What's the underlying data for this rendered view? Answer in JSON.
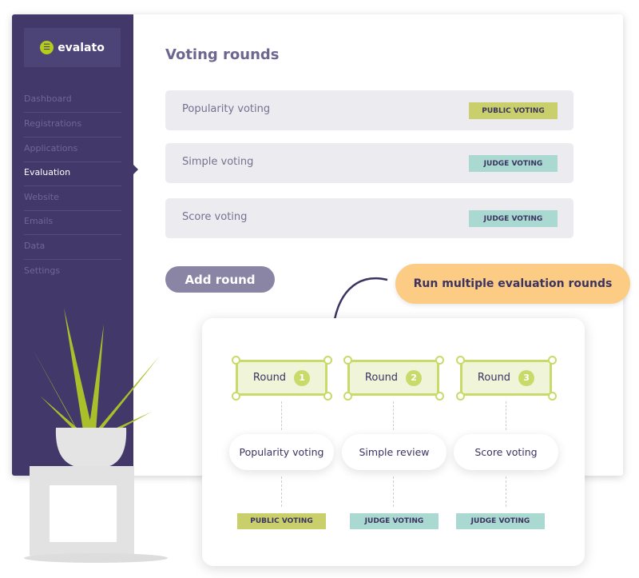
{
  "brand": {
    "name": "evalato",
    "color": "#b5cc1b"
  },
  "sidebar": {
    "items": [
      {
        "label": "Dashboard"
      },
      {
        "label": "Registrations"
      },
      {
        "label": "Applications"
      },
      {
        "label": "Evaluation",
        "active": true
      },
      {
        "label": "Website"
      },
      {
        "label": "Emails"
      },
      {
        "label": "Data"
      },
      {
        "label": "Settings"
      }
    ]
  },
  "main": {
    "title": "Voting rounds",
    "rounds": [
      {
        "label": "Popularity voting",
        "badge": "PUBLIC VOTING"
      },
      {
        "label": "Simple voting",
        "badge": "JUDGE VOTING"
      },
      {
        "label": "Score voting",
        "badge": "JUDGE VOTING"
      }
    ],
    "add_label": "Add round"
  },
  "callout": "Run multiple evaluation rounds",
  "flow": [
    {
      "round": "Round",
      "num": "1",
      "name": "Popularity voting",
      "badge": "PUBLIC VOTING"
    },
    {
      "round": "Round",
      "num": "2",
      "name": "Simple review",
      "badge": "JUDGE VOTING"
    },
    {
      "round": "Round",
      "num": "3",
      "name": "Score voting",
      "badge": "JUDGE VOTING"
    }
  ],
  "colors": {
    "sidebar": "#42386a",
    "public": "#c9d06b",
    "judge": "#a9d9d1",
    "callout": "#fccb84"
  }
}
